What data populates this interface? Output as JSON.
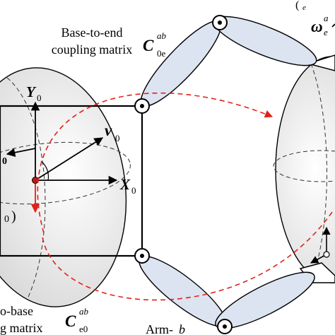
{
  "labels": {
    "coupling_line1": "Base-to-end",
    "coupling_line2": "coupling matrix",
    "c0e_main": "C",
    "c0e_sup": "ab",
    "c0e_sub": "0e",
    "ce0_main": "C",
    "ce0_sup": "ab",
    "ce0_sub": "e0",
    "end_base_line1": "o-base",
    "end_base_line2": "g matrix",
    "arm_b_prefix": "Arm-",
    "arm_b_letter": "b",
    "y0_main": "Y",
    "y0_sub": "0",
    "x0_main": "X",
    "x0_sub": "0",
    "v0_main": "v",
    "v0_sub": "0",
    "omega_main": "ω",
    "omega_sup": "a",
    "omega_sub": "e",
    "top_right_partial": "(",
    "top_right_partial_sub": "e",
    "left_omega_partial": "0",
    "left_paren_partial": "0",
    "left_paren_close": ")"
  },
  "colors": {
    "link_fill": "#dde4f1",
    "ellipsoid_fill": "#e9e9e9",
    "dashed_red": "#e0221c",
    "arrow_red": "#e0221c",
    "line": "#000000"
  }
}
